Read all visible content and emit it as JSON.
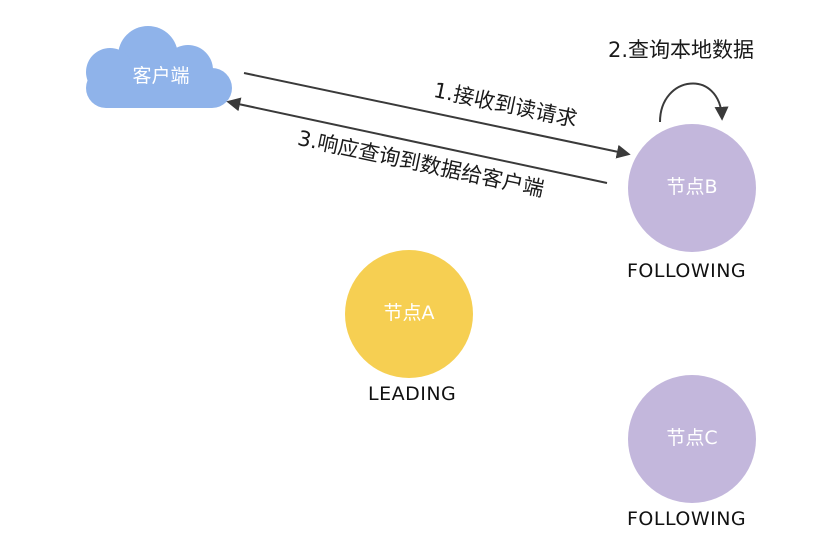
{
  "client": {
    "label": "客户端"
  },
  "nodes": [
    {
      "id": "A",
      "label": "节点A",
      "role": "LEADING"
    },
    {
      "id": "B",
      "label": "节点B",
      "role": "FOLLOWING"
    },
    {
      "id": "C",
      "label": "节点C",
      "role": "FOLLOWING"
    }
  ],
  "edges": {
    "request": "1.接收到读请求",
    "self_loop": "2.查询本地数据",
    "response": "3.响应查询到数据给客户端"
  },
  "colors": {
    "client": "#8fb3ea",
    "leader": "#f6cf52",
    "follower": "#c3b7dc",
    "node_text": "#ffffff",
    "arrow": "#3a3a3a"
  }
}
